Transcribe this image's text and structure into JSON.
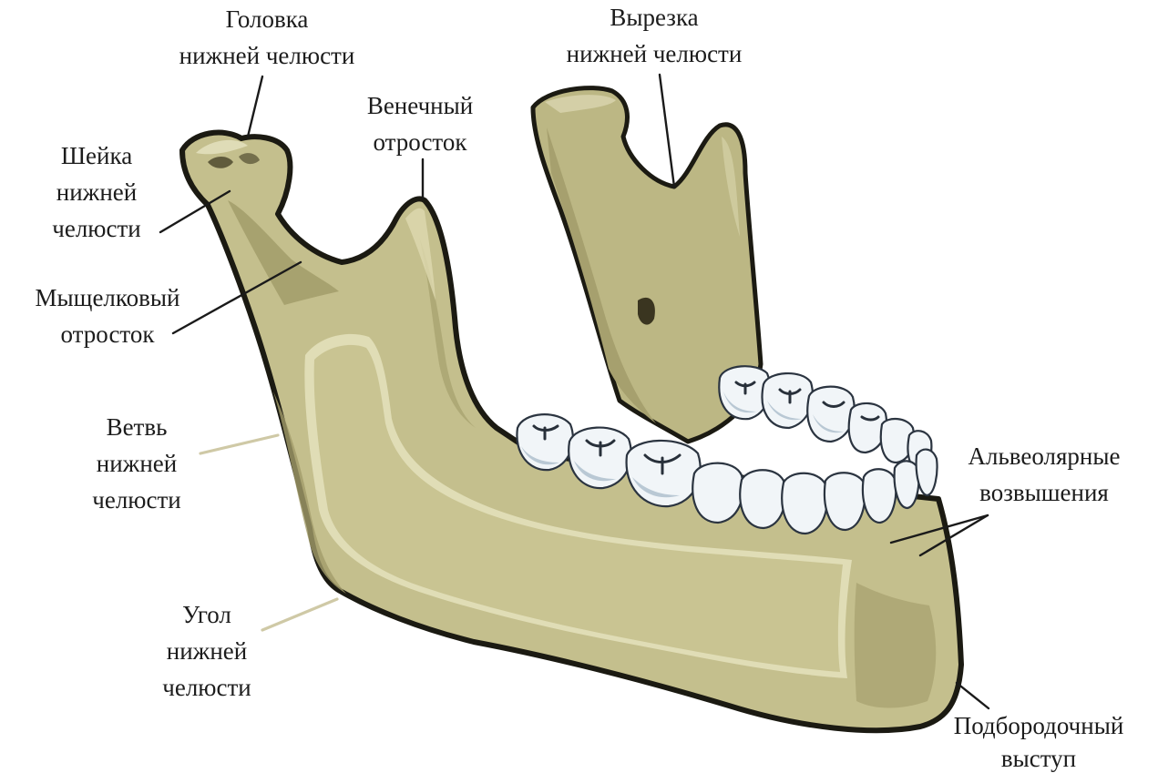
{
  "labels": {
    "head": [
      "Головка",
      "нижней челюсти"
    ],
    "notch": [
      "Вырезка",
      "нижней челюсти"
    ],
    "coronoid": [
      "Венечный",
      "отросток"
    ],
    "neck": [
      "Шейка",
      "нижней",
      "челюсти"
    ],
    "condylar": [
      "Мыщелковый",
      "отросток"
    ],
    "ramus": [
      "Ветвь",
      "нижней",
      "челюсти"
    ],
    "alveolar": [
      "Альвеолярные",
      "возвышения"
    ],
    "angle": [
      "Угол",
      "нижней",
      "челюсти"
    ],
    "mental": [
      "Подбородочный",
      "выступ"
    ]
  },
  "colors": {
    "bone": "#c4bf8d",
    "bone_dark": "#9a9464",
    "bone_light": "#e2dfb9",
    "outline": "#1b1a12",
    "tooth": "#f1f5f8",
    "background": "#ffffff"
  }
}
